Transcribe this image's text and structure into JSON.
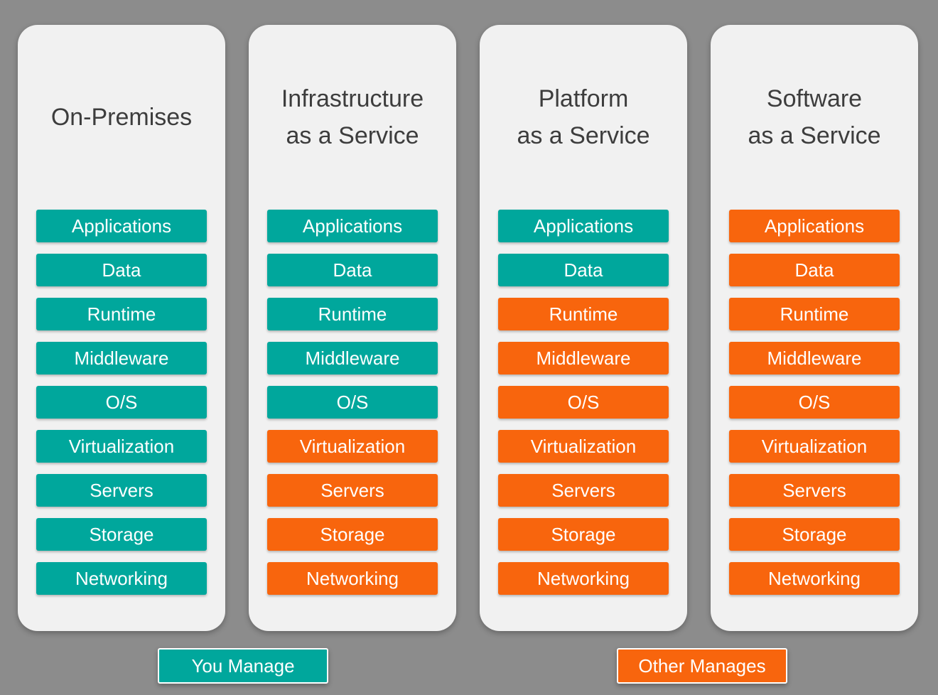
{
  "colors": {
    "background": "#8C8C8C",
    "card": "#F1F1F1",
    "title_text": "#3D3D3D",
    "you_manage": "#00A79C",
    "other_manages": "#F8650D",
    "layer_text": "#FFFFFF"
  },
  "columns": [
    {
      "title_lines": [
        "On-Premises"
      ],
      "layers": [
        {
          "label": "Applications",
          "owner": "you"
        },
        {
          "label": "Data",
          "owner": "you"
        },
        {
          "label": "Runtime",
          "owner": "you"
        },
        {
          "label": "Middleware",
          "owner": "you"
        },
        {
          "label": "O/S",
          "owner": "you"
        },
        {
          "label": "Virtualization",
          "owner": "you"
        },
        {
          "label": "Servers",
          "owner": "you"
        },
        {
          "label": "Storage",
          "owner": "you"
        },
        {
          "label": "Networking",
          "owner": "you"
        }
      ]
    },
    {
      "title_lines": [
        "Infrastructure",
        "as a Service"
      ],
      "layers": [
        {
          "label": "Applications",
          "owner": "you"
        },
        {
          "label": "Data",
          "owner": "you"
        },
        {
          "label": "Runtime",
          "owner": "you"
        },
        {
          "label": "Middleware",
          "owner": "you"
        },
        {
          "label": "O/S",
          "owner": "you"
        },
        {
          "label": "Virtualization",
          "owner": "other"
        },
        {
          "label": "Servers",
          "owner": "other"
        },
        {
          "label": "Storage",
          "owner": "other"
        },
        {
          "label": "Networking",
          "owner": "other"
        }
      ]
    },
    {
      "title_lines": [
        "Platform",
        "as a Service"
      ],
      "layers": [
        {
          "label": "Applications",
          "owner": "you"
        },
        {
          "label": "Data",
          "owner": "you"
        },
        {
          "label": "Runtime",
          "owner": "other"
        },
        {
          "label": "Middleware",
          "owner": "other"
        },
        {
          "label": "O/S",
          "owner": "other"
        },
        {
          "label": "Virtualization",
          "owner": "other"
        },
        {
          "label": "Servers",
          "owner": "other"
        },
        {
          "label": "Storage",
          "owner": "other"
        },
        {
          "label": "Networking",
          "owner": "other"
        }
      ]
    },
    {
      "title_lines": [
        "Software",
        "as a Service"
      ],
      "layers": [
        {
          "label": "Applications",
          "owner": "other"
        },
        {
          "label": "Data",
          "owner": "other"
        },
        {
          "label": "Runtime",
          "owner": "other"
        },
        {
          "label": "Middleware",
          "owner": "other"
        },
        {
          "label": "O/S",
          "owner": "other"
        },
        {
          "label": "Virtualization",
          "owner": "other"
        },
        {
          "label": "Servers",
          "owner": "other"
        },
        {
          "label": "Storage",
          "owner": "other"
        },
        {
          "label": "Networking",
          "owner": "other"
        }
      ]
    }
  ],
  "legend": [
    {
      "label": "You Manage",
      "owner": "you"
    },
    {
      "label": "Other Manages",
      "owner": "other"
    }
  ]
}
